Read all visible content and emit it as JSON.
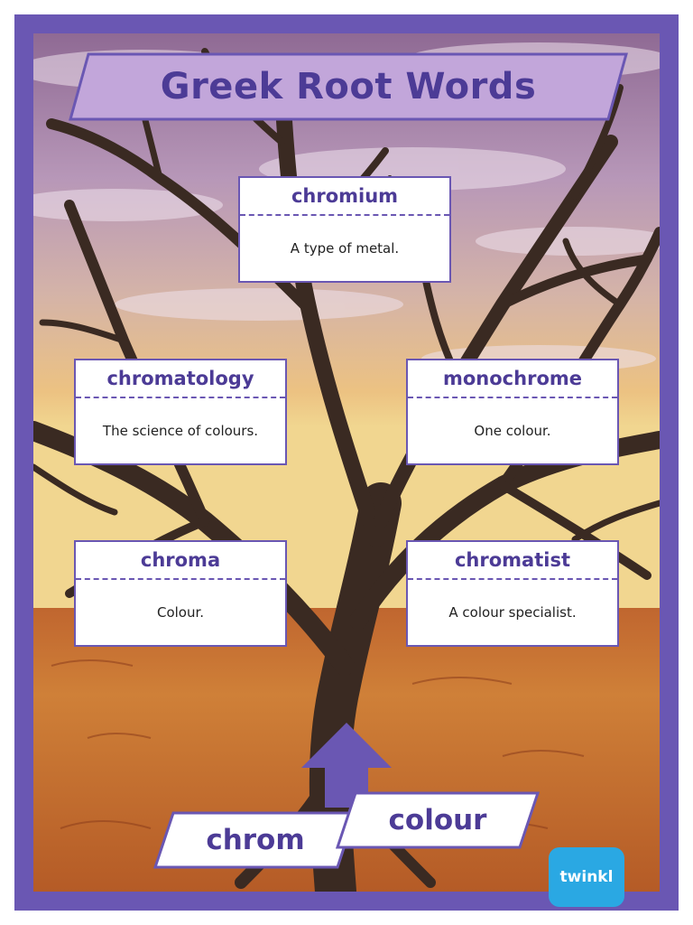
{
  "title": "Greek Root Words",
  "root": {
    "word": "chrom",
    "meaning": "colour"
  },
  "cards": [
    {
      "word": "chromium",
      "definition": "A type of metal."
    },
    {
      "word": "chromatology",
      "definition": "The science of colours."
    },
    {
      "word": "monochrome",
      "definition": "One colour."
    },
    {
      "word": "chroma",
      "definition": "Colour."
    },
    {
      "word": "chromatist",
      "definition": "A colour specialist."
    }
  ],
  "logo": {
    "text": "twinkl"
  },
  "colors": {
    "frame": "#6a57b3",
    "heading_text": "#4c3b96",
    "banner_fill": "#c2a6da",
    "card_background": "#ffffff",
    "logo": "#2aa8e3"
  }
}
